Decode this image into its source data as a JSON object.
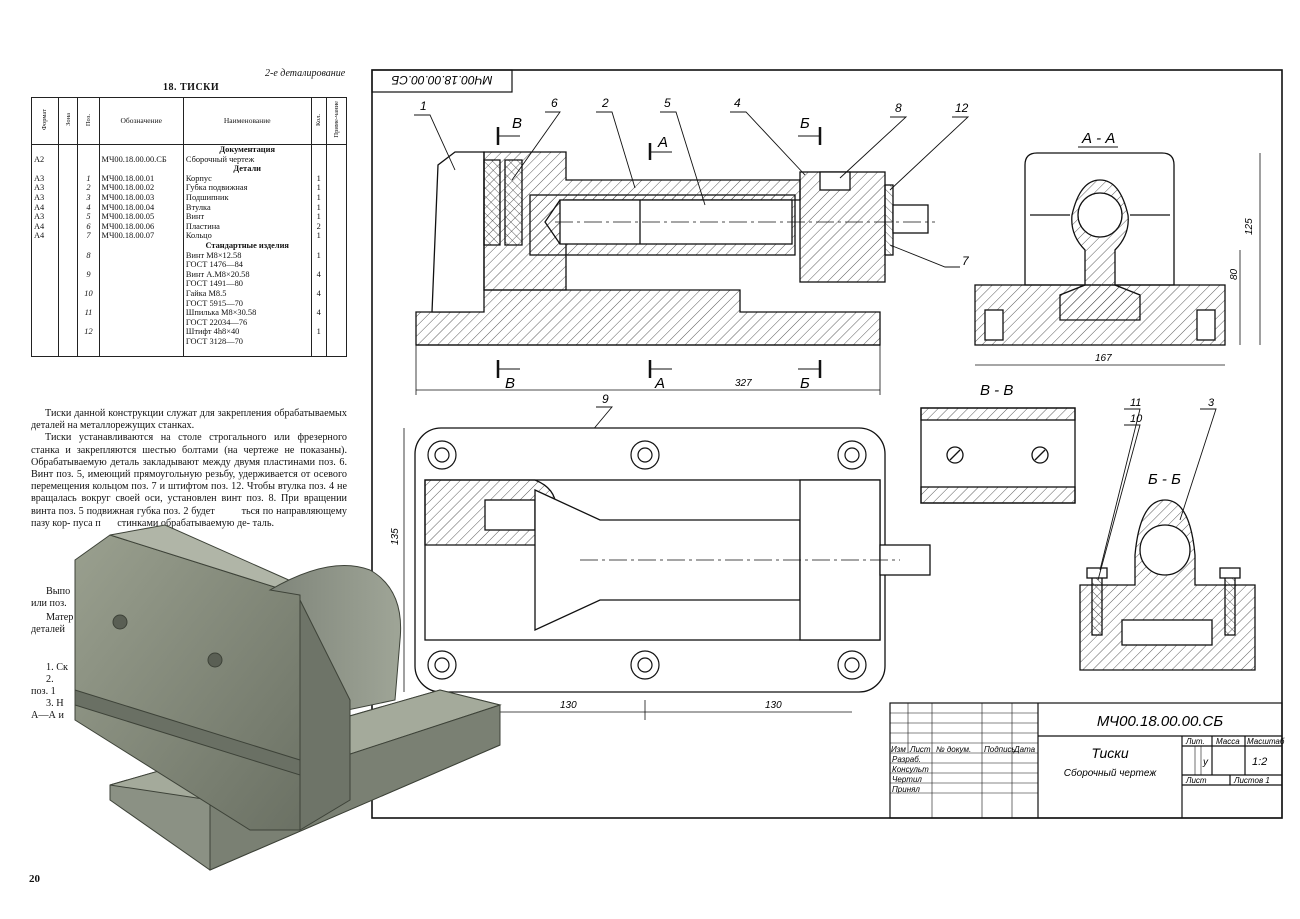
{
  "header": {
    "section": "2-е деталирование",
    "title": "18. ТИСКИ"
  },
  "spec_table": {
    "columns": [
      "Формат",
      "Зона",
      "Поз.",
      "Обозначение",
      "Наименование",
      "Кол.",
      "Приме-чание"
    ],
    "sections": {
      "docs": "Документация",
      "parts": "Детали",
      "standard": "Стандартные изделия"
    },
    "doc_rows": [
      {
        "format": "А2",
        "pos": "",
        "designation": "МЧ00.18.00.00.СБ",
        "name": "Сборочный чертеж",
        "qty": ""
      }
    ],
    "part_rows": [
      {
        "format": "А3",
        "pos": "1",
        "designation": "МЧ00.18.00.01",
        "name": "Корпус",
        "qty": "1"
      },
      {
        "format": "А3",
        "pos": "2",
        "designation": "МЧ00.18.00.02",
        "name": "Губка подвижная",
        "qty": "1"
      },
      {
        "format": "А3",
        "pos": "3",
        "designation": "МЧ00.18.00.03",
        "name": "Подшипник",
        "qty": "1"
      },
      {
        "format": "А4",
        "pos": "4",
        "designation": "МЧ00.18.00.04",
        "name": "Втулка",
        "qty": "1"
      },
      {
        "format": "А3",
        "pos": "5",
        "designation": "МЧ00.18.00.05",
        "name": "Винт",
        "qty": "1"
      },
      {
        "format": "А4",
        "pos": "6",
        "designation": "МЧ00.18.00.06",
        "name": "Пластина",
        "qty": "2"
      },
      {
        "format": "А4",
        "pos": "7",
        "designation": "МЧ00.18.00.07",
        "name": "Кольцо",
        "qty": "1"
      }
    ],
    "std_rows": [
      {
        "pos": "8",
        "l1": "Винт М8×12.58",
        "l2": "ГОСТ 1476—84",
        "qty": "1"
      },
      {
        "pos": "9",
        "l1": "Винт А.М8×20.58",
        "l2": "ГОСТ 1491—80",
        "qty": "4"
      },
      {
        "pos": "10",
        "l1": "Гайка М8.5",
        "l2": "ГОСТ 5915—70",
        "qty": "4"
      },
      {
        "pos": "11",
        "l1": "Шпилька М8×30.58",
        "l2": "ГОСТ 22034—76",
        "qty": "4"
      },
      {
        "pos": "12",
        "l1": "Штифт 4h8×40",
        "l2": "ГОСТ 3128—70",
        "qty": "1"
      }
    ]
  },
  "text": {
    "p1": "Тиски данной конструкции служат для закрепления обрабатываемых деталей на металлорежущих станках.",
    "p2a": "Тиски устанавливаются на столе строгального или фрезерного станка и закрепляются шестью болтами (на чертеже не показаны). Обрабатываемую деталь закладывают между двумя пластинами поз. 6. Винт поз. 5, имеющий прямоугольную резьбу, удерживается от осевого перемещения кольцом поз. 7 и штифтом поз. 12. Чтобы втулка поз. 4 не вращалась вокруг своей оси, установлен винт поз. 8. При вращении винта поз. 5 подвижная губка",
    "p2b": "поз. 2 будет",
    "p2c": "ться по направляющему пазу кор-",
    "p2d": "пуса п",
    "p2e": "стинками обрабатываемую де-",
    "p2f": "таль.",
    "f1": "Выпо",
    "f2": "или поз.",
    "f3": "Матер",
    "f4": "деталей",
    "f5": "1. Ск",
    "f6": "2.",
    "f7": "поз. 1",
    "f8": "3. Н",
    "f9": "А—А и"
  },
  "page_number": "20",
  "drawing": {
    "stamp_mirror": "МЧ00.18.00.00.СБ",
    "labels": {
      "pos": [
        "1",
        "6",
        "2",
        "5",
        "4",
        "8",
        "12",
        "7",
        "9",
        "11",
        "10",
        "3"
      ],
      "sec_B": "В",
      "sec_A": "А",
      "sec_Bb": "Б",
      "view_AA": "А - А",
      "view_BB": "В - В",
      "view_BbBb": "Б - Б"
    },
    "dims": {
      "d327": "327",
      "d167": "167",
      "d125": "125",
      "d80": "80",
      "d135": "135",
      "d130a": "130",
      "d130b": "130"
    }
  },
  "title_block": {
    "code": "МЧ00.18.00.00.СБ",
    "name": "Тиски",
    "subtitle": "Сборочный чертеж",
    "rows": [
      "Изм",
      "Лист",
      "№ докум.",
      "Подпись",
      "Дата"
    ],
    "roles": [
      "Разраб.",
      "Консульт",
      "Чертил",
      "Принял"
    ],
    "lit": "Лит.",
    "mass": "Масса",
    "scale_label": "Масштаб",
    "lit_value": "у",
    "scale": "1:2",
    "sheet": "Лист",
    "sheets": "Листов 1"
  }
}
